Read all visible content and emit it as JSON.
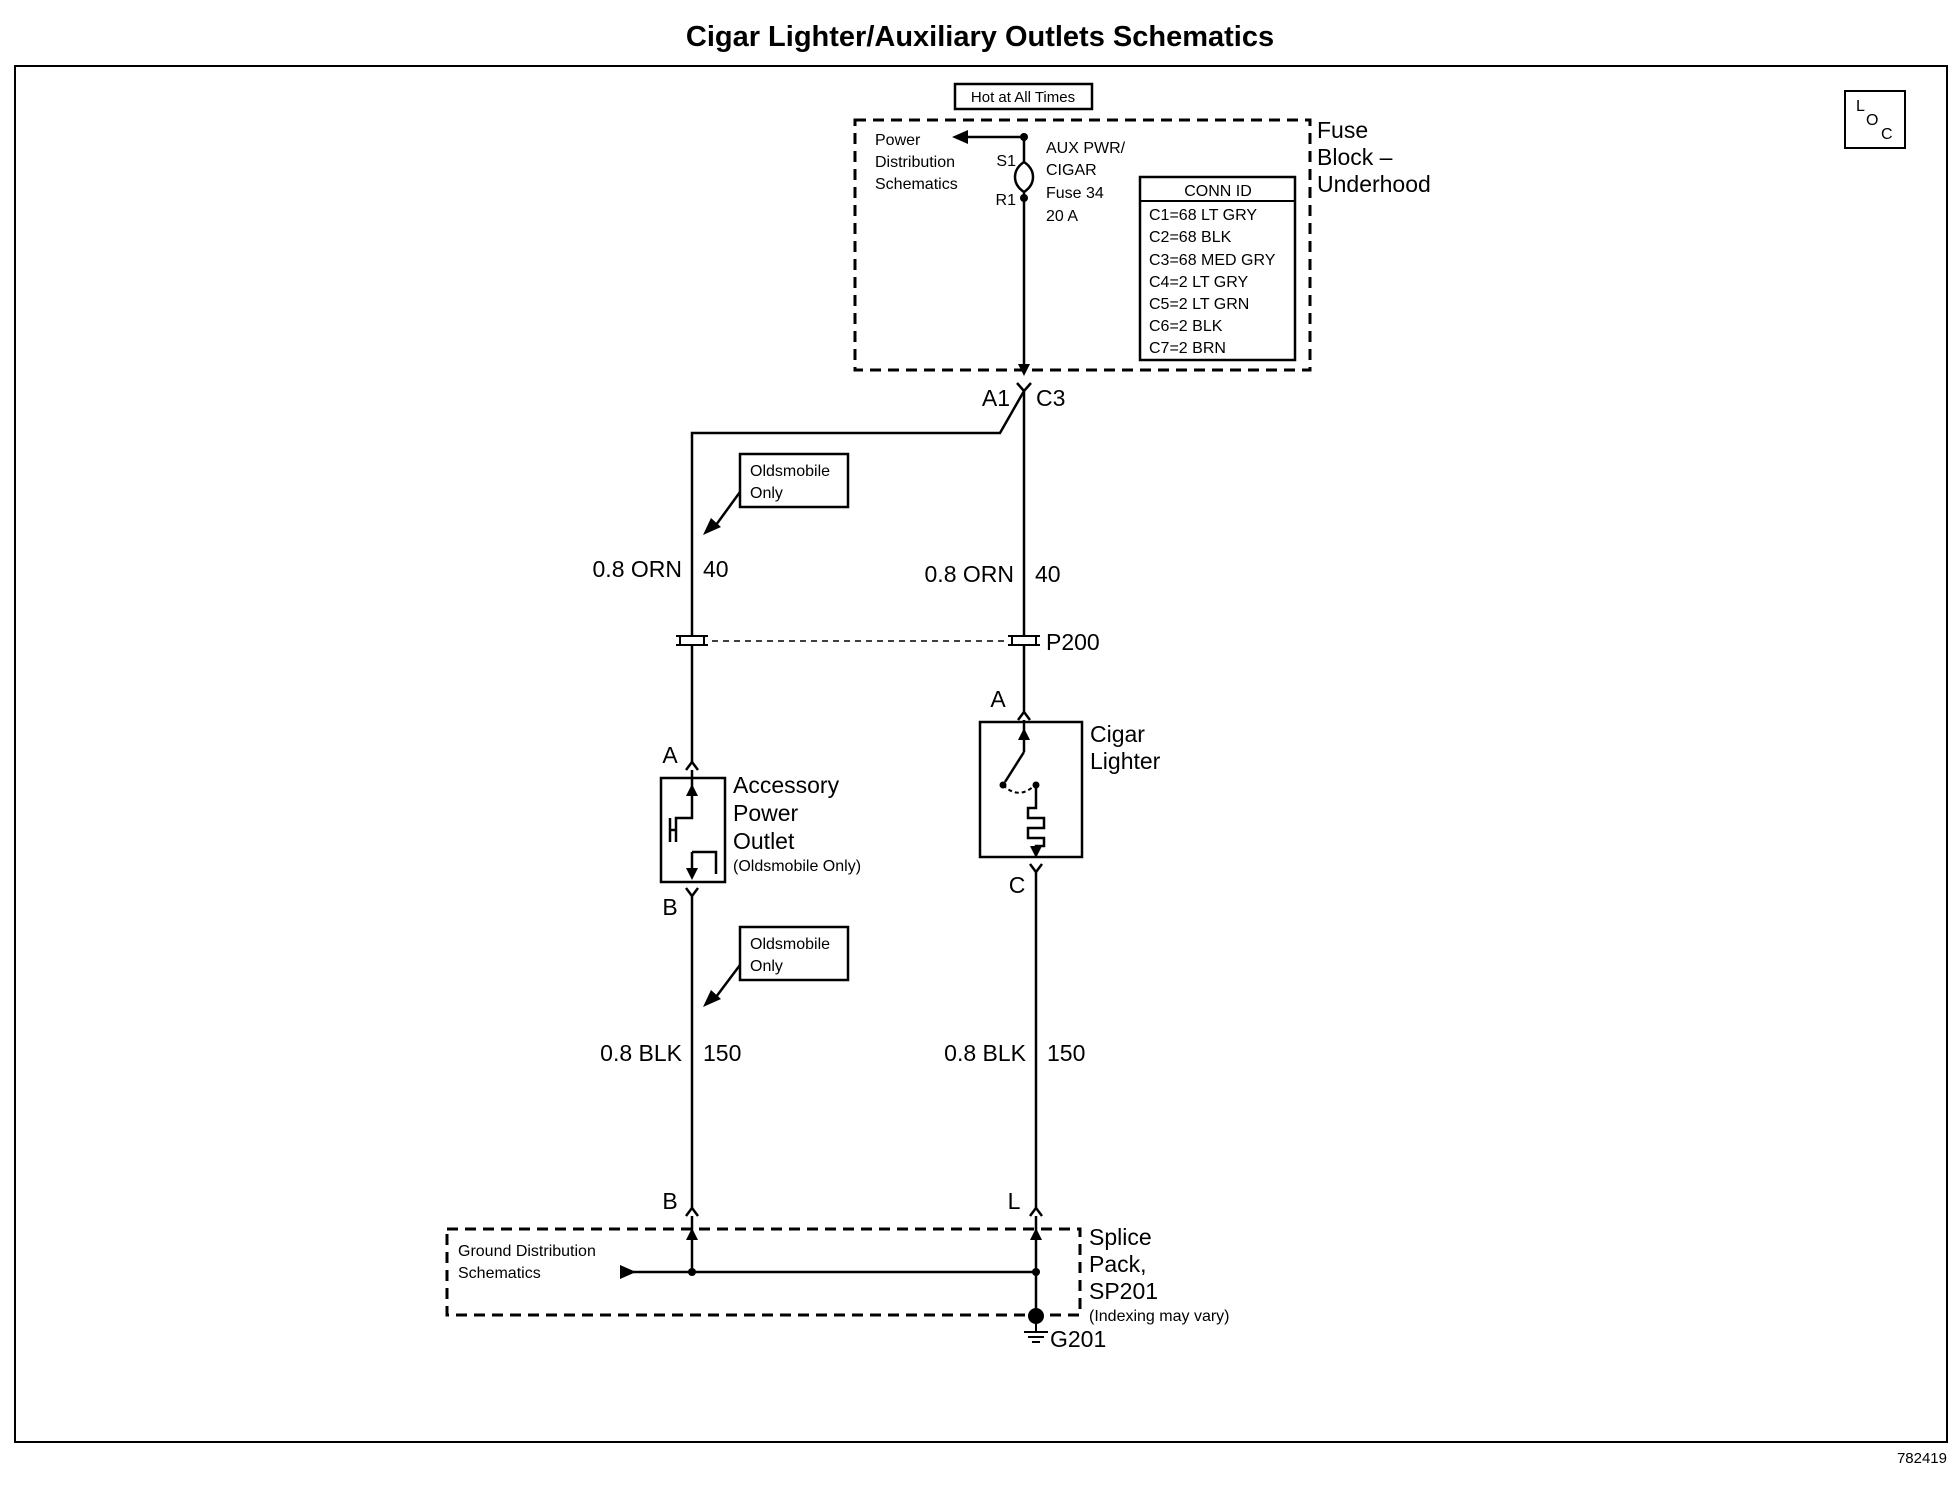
{
  "title": "Cigar Lighter/Auxiliary Outlets Schematics",
  "figure_number": "782419",
  "loc_symbol": {
    "l": "L",
    "o": "O",
    "c": "C"
  },
  "hot_label": "Hot at All Times",
  "fuse_block": {
    "label_lines": [
      "Fuse",
      "Block –",
      "Underhood"
    ],
    "power_dist_lines": [
      "Power",
      "Distribution",
      "Schematics"
    ],
    "s1": "S1",
    "r1": "R1",
    "fuse_lines": [
      "AUX PWR/",
      "CIGAR",
      "Fuse 34",
      "20 A"
    ],
    "conn_id": {
      "header": "CONN ID",
      "rows": [
        "C1=68 LT GRY",
        "C2=68 BLK",
        "C3=68 MED GRY",
        "C4=2 LT GRY",
        "C5=2 LT GRN",
        "C6=2 BLK",
        "C7=2 BRN"
      ]
    },
    "pin_a1": "A1",
    "pin_c3": "C3"
  },
  "note_upper": [
    "Oldsmobile",
    "Only"
  ],
  "note_lower": [
    "Oldsmobile",
    "Only"
  ],
  "wire_left_top": {
    "gauge": "0.8 ORN",
    "circuit": "40"
  },
  "wire_right_top": {
    "gauge": "0.8 ORN",
    "circuit": "40"
  },
  "wire_left_bottom": {
    "gauge": "0.8 BLK",
    "circuit": "150"
  },
  "wire_right_bottom": {
    "gauge": "0.8 BLK",
    "circuit": "150"
  },
  "connector_p200": "P200",
  "accessory_outlet": {
    "label_lines": [
      "Accessory",
      "Power",
      "Outlet"
    ],
    "sub": "(Oldsmobile Only)",
    "pin_top": "A",
    "pin_bottom": "B"
  },
  "cigar_lighter": {
    "label_lines": [
      "Cigar",
      "Lighter"
    ],
    "pin_top": "A",
    "pin_bottom": "C"
  },
  "splice_pack": {
    "label_lines": [
      "Splice",
      "Pack,",
      "SP201"
    ],
    "sub": "(Indexing may vary)",
    "pin_left": "B",
    "pin_right": "L",
    "ground_dist_lines": [
      "Ground Distribution",
      "Schematics"
    ]
  },
  "ground_label": "G201"
}
